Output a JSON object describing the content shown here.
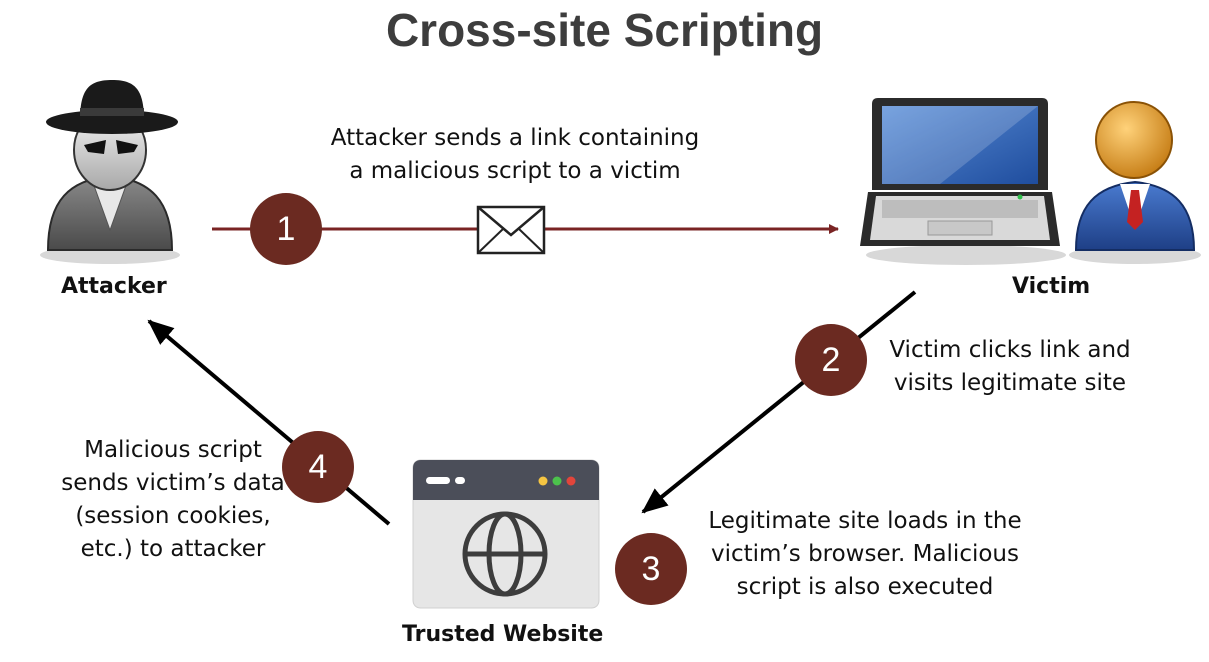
{
  "title": "Cross-site Scripting",
  "actors": {
    "attacker": "Attacker",
    "victim": "Victim",
    "website": "Trusted Website"
  },
  "steps": [
    {
      "number": "1",
      "lines": [
        "Attacker sends a link containing",
        "a malicious script to a victim"
      ]
    },
    {
      "number": "2",
      "lines": [
        "Victim clicks link and",
        "visits legitimate site"
      ]
    },
    {
      "number": "3",
      "lines": [
        "Legitimate site loads in the",
        "victim’s browser. Malicious",
        "script is also executed"
      ]
    },
    {
      "number": "4",
      "lines": [
        "Malicious script",
        "sends victim’s data",
        "(session cookies,",
        "etc.) to attacker"
      ]
    }
  ],
  "colors": {
    "step_circle": "#6b2a21",
    "link_arrow": "#7a2424",
    "flow_arrow": "#000000",
    "title": "#3d3d3d"
  },
  "icons": [
    "spy-icon",
    "envelope-icon",
    "laptop-icon",
    "user-icon",
    "browser-window-icon",
    "globe-icon"
  ]
}
